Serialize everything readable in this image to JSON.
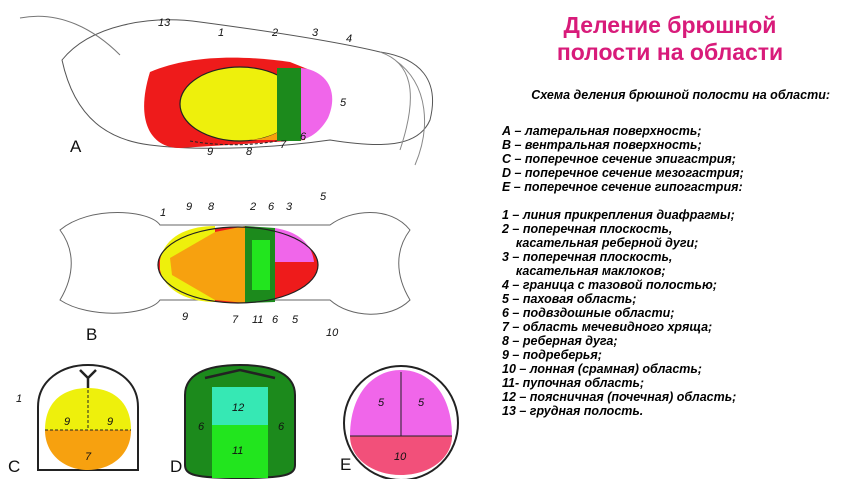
{
  "title": {
    "line1": "Деление брюшной",
    "line2": "полости на области"
  },
  "subtitle": "Схема деления брюшной полости на области:",
  "legend_views": [
    "А – латеральная поверхность;",
    "В – вентральная поверхность;",
    "С – поперечное сечение эпигастрия;",
    "D – поперечное сечение мезогастрия;",
    "Е – поперечное сечение гипогастрия:"
  ],
  "legend_items": [
    "1 – линия прикрепления диафрагмы;",
    "2 – поперечная плоскость,\n    касательная реберной дуги;",
    "3 – поперечная плоскость,\n    касательная маклоков;",
    "4 – граница с тазовой полостью;",
    "5 – паховая область;",
    "6 – подвздошные области;",
    "7 – область мечевидного хряща;",
    "8 – реберная дуга;",
    "9 – подреберья;",
    "10 – лонная (срамная) область;",
    "11- пупочная область;",
    "12 – поясничная (почечная) область;",
    "13 – грудная полость."
  ],
  "figure_a": {
    "caption": "A",
    "numbers": {
      "n13": "13",
      "n1": "1",
      "n2": "2",
      "n3": "3",
      "n4": "4",
      "n5": "5",
      "n6": "6",
      "n7": "7",
      "n8": "8",
      "n9": "9"
    }
  },
  "figure_b": {
    "caption": "B",
    "numbers": {
      "n1": "1",
      "n9": "9",
      "n8": "8",
      "n2": "2",
      "n6": "6",
      "n3": "3",
      "n5": "5",
      "n9b": "9",
      "n7": "7",
      "n11": "11",
      "n6b": "6",
      "n5b": "5",
      "n10": "10"
    }
  },
  "figure_c": {
    "caption": "C",
    "numbers": {
      "n1": "1",
      "n9a": "9",
      "n9b": "9",
      "n7": "7"
    }
  },
  "figure_d": {
    "caption": "D",
    "numbers": {
      "n12": "12",
      "n6a": "6",
      "n6b": "6",
      "n11": "11"
    }
  },
  "figure_e": {
    "caption": "E",
    "numbers": {
      "n5a": "5",
      "n5b": "5",
      "n10": "10"
    }
  },
  "colors": {
    "thorax": "#ee1b1b",
    "hypochondria": "#eef00c",
    "xiphoid": "#f7a10f",
    "iliac": "#1c8a1c",
    "umbilical": "#22e51e",
    "lumbar": "#36e8b4",
    "inguinal": "#f066ea",
    "pubic": "#f2507a",
    "title": "#d81b7a"
  }
}
